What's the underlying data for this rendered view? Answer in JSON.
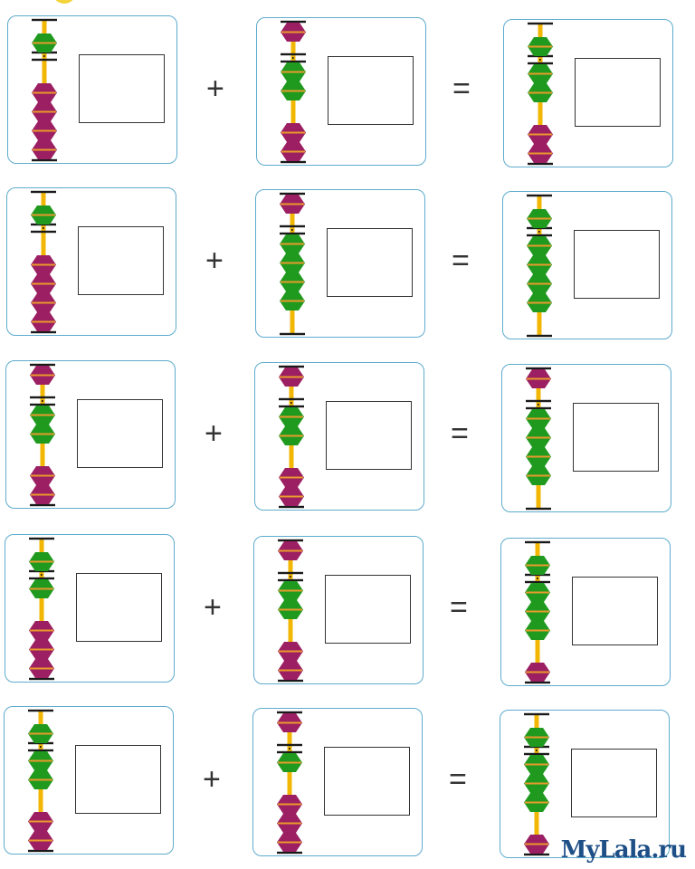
{
  "worksheet": {
    "rows": [
      {
        "left": {
          "upper_active": true,
          "lower_active": 0,
          "value": 5
        },
        "operator": "+",
        "right": {
          "upper_active": false,
          "lower_active": 2,
          "value": 2
        },
        "equals": "=",
        "result": {
          "upper_active": true,
          "lower_active": 2,
          "value": 7
        }
      },
      {
        "left": {
          "upper_active": true,
          "lower_active": 0,
          "value": 5
        },
        "operator": "+",
        "right": {
          "upper_active": false,
          "lower_active": 4,
          "value": 4
        },
        "equals": "=",
        "result": {
          "upper_active": true,
          "lower_active": 4,
          "value": 9
        }
      },
      {
        "left": {
          "upper_active": false,
          "lower_active": 2,
          "value": 2
        },
        "operator": "+",
        "right": {
          "upper_active": false,
          "lower_active": 2,
          "value": 2
        },
        "equals": "=",
        "result": {
          "upper_active": false,
          "lower_active": 4,
          "value": 4
        }
      },
      {
        "left": {
          "upper_active": true,
          "lower_active": 1,
          "value": 6
        },
        "operator": "+",
        "right": {
          "upper_active": false,
          "lower_active": 2,
          "value": 2
        },
        "equals": "=",
        "result": {
          "upper_active": true,
          "lower_active": 3,
          "value": 8
        }
      },
      {
        "left": {
          "upper_active": true,
          "lower_active": 2,
          "value": 7
        },
        "operator": "+",
        "right": {
          "upper_active": false,
          "lower_active": 1,
          "value": 1
        },
        "equals": "=",
        "result": {
          "upper_active": true,
          "lower_active": 3,
          "value": 8
        }
      }
    ]
  },
  "watermark": "MyLala.ru",
  "colors": {
    "card_border": "#5eaccd",
    "bead_active": "#1f9a1f",
    "bead_inactive": "#9b1f62",
    "bead_stripe": "#e89a2c",
    "rod": "#f2b705",
    "bar": "#1a1a1a"
  }
}
